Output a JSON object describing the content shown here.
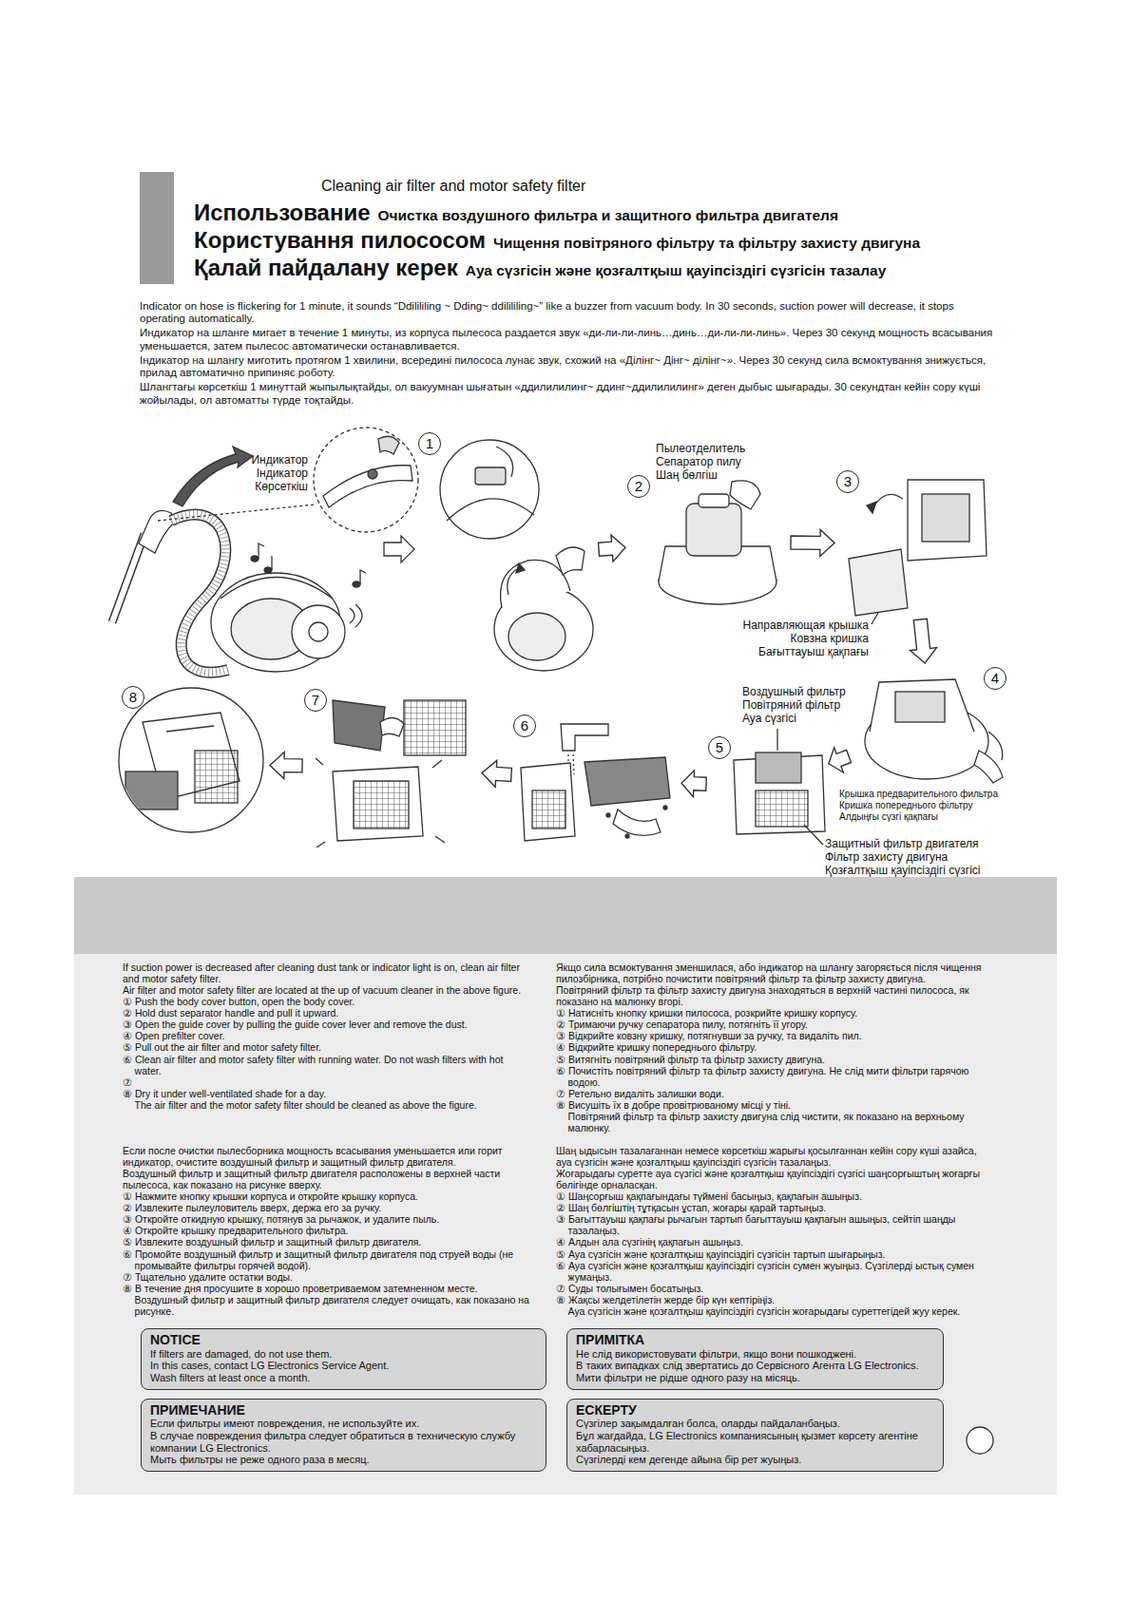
{
  "diagram": {
    "title": "Cleaning air filter and motor safety filter",
    "nodes": [
      {
        "text": [
          "1"
        ]
      },
      {
        "text": [
          "2"
        ]
      },
      {
        "text": [
          "3"
        ]
      },
      {
        "text": [
          "4"
        ]
      },
      {
        "text": [
          "5"
        ]
      },
      {
        "text": [
          "6"
        ]
      },
      {
        "text": [
          "7"
        ]
      },
      {
        "text": [
          "8"
        ]
      },
      {
        "text": [
          "NOTICE",
          "If filters are damaged, do not use them.",
          "In this cases, contact LG Electronics Service Agent.",
          "Wash filters at least once a month."
        ]
      },
      {
        "text": [
          "ПРИМІТКА",
          "Не слід використовувати фільтри, якщо вони пошкоджені.",
          "В таких випадках слід звертатись до Сервісного Агента LG Electronics.",
          "Мити фільтри не рідше одного разу на місяць."
        ]
      },
      {
        "text": [
          "ПРИМЕЧАНИЕ",
          "Если фильтры имеют повреждения, не используйте их.",
          "В случае повреждения фильтра следует обратиться в техническую службу компании LG Electronics.",
          "Мыть фильтры не реже одного раза в месяц."
        ]
      },
      {
        "text": [
          "ЕСКЕРТУ",
          "Сүзгілер зақымдалған болса, оларды пайдаланбаңыз.",
          "Бұл жағдайда, LG Electronics компаниясының қызмет көрсету агентіне хабарласыңыз.",
          "Сүзгілерді кем дегенде айына бір рет жуыңыз."
        ]
      }
    ],
    "edges": [
      {
        "from": 0,
        "to": 1,
        "arrow": "to"
      },
      {
        "from": 1,
        "to": 2,
        "arrow": "to"
      },
      {
        "from": 2,
        "to": 3,
        "arrow": "to"
      },
      {
        "from": 3,
        "to": 4,
        "arrow": "to"
      },
      {
        "from": 4,
        "to": 5,
        "arrow": "to"
      },
      {
        "from": 5,
        "to": 6,
        "arrow": "to"
      },
      {
        "from": 6,
        "to": 7,
        "arrow": "to"
      }
    ],
    "labels": [
      "Использование",
      "Очистка воздушного фильтра и защитного фильтра двигателя",
      "Користування пилососом",
      "Чищення повітряного фільтру та фільтру захисту двигуна",
      "Қалай пайдалану керек",
      "Ауа сүзгісін және қозғалтқыш қауіпсіздігі сүзгісін тазалау",
      "Indicator on hose is flickering for 1 minute, it sounds “Ddilililing ~ Dding~ ddilililing~” like a buzzer from vacuum body. In 30 seconds, suction power will decrease, it stops operating automatically.",
      "Индикатор на шланге мигает в течение 1 минуты, из корпуса пылесоса раздается звук «ди-ли-ли-линь…динь…ди-ли-ли-линь». Через 30 секунд мощность всасывания уменьшается, затем пылесос автоматически останавливается.",
      "Індикатор на шлангу миготить протягом 1 хвилини, всередині пилососа лунає звук, схожий на «Ділінг~ Дінг~ ділінг~». Через 30 секунд сила всмоктування знижується, прилад автоматично припиняє роботу.",
      "Шлангтағы көрсеткіш 1 минуттай жыпылықтайды, ол вакуумнан шығатын «ддилилилинг~ ддинг~ддилилилинг» деген дыбыс шығарады. 30 секундтан кейін сору күші жойылады, ол автоматты түрде тоқтайды.",
      "Индикатор",
      "Індикатор",
      "Көрсеткіш",
      "Пылеотделитель",
      "Сепаратор пилу",
      "Шаң бөлгіш",
      "Направляющая крышка",
      "Ковзна кришка",
      "Бағыттауыш қақпағы",
      "Воздушный фильтр",
      "Повітряний фільтр",
      "Ауа сүзгісі",
      "Крышка предварительного фильтра",
      "Кришка попереднього фільтру",
      "Алдыңғы сүзгі қақпағы",
      "Защитный фильтр двигателя",
      "Фільтр захисту двигуна",
      "Қозғалтқыш қауіпсіздігі сүзгісі",
      "If suction power is decreased after cleaning dust tank or indicator light is on, clean air filter and motor safety filter.",
      "Air filter and motor safety filter are located at the up of vacuum cleaner in the above figure.",
      "① Push the body cover button, open the body cover.",
      "② Hold dust separator handle and pull it upward.",
      "③ Open the guide cover by pulling the guide cover lever and remove the dust.",
      "④ Open prefilter cover.",
      "⑤ Pull out the air filter and motor safety filter.",
      "⑥ Clean air filter and motor safety filter with running water. Do not wash filters with hot water.",
      "⑦",
      "⑧ Dry it under well-ventilated shade for a day.",
      "The air filter and the motor safety filter should be cleaned as above the figure.",
      "Якщо сила всмоктування зменшилася, або індикатор на шлангу загоряється після чищення пилозбірника, потрібно почистити повітряний фільтр та фільтр захисту двигуна.",
      "Повітряний фільтр та фільтр захисту двигуна знаходяться в верхній частині пилососа, як показано на малюнку вгорі.",
      "① Натисніть кнопку кришки пилососа, розкрийте кришку корпусу.",
      "② Тримаючи ручку сепаратора пилу, потягніть її угору.",
      "③ Відкрийте ковзну кришку, потягнувши за ручку, та видаліть пил.",
      "④ Відкрийте кришку попереднього фільтру.",
      "⑤ Витягніть повітряний фільтр та фільтр захисту двигуна.",
      "⑥ Почистіть повітряний фільтр та фільтр захисту двигуна. Не слід мити фільтри гарячою водою.",
      "⑦ Ретельно видаліть залишки води.",
      "⑧ Висушіть їх в добре провітрюваному місці у тіні.",
      "Повітряний фільтр та фільтр захисту двигуна слід чистити, як показано на верхньому малюнку.",
      "Если после очистки пылесборника мощность всасывания уменьшается или горит индикатор, очистите воздушный фильтр и защитный фильтр двигателя.",
      "Воздушный фильтр и защитный фильтр двигателя расположены в верхней части пылесоса, как показано на рисунке вверху.",
      "① Нажмите кнопку крышки корпуса и откройте крышку корпуса.",
      "② Извлеките пылеуловитель вверх, держа его за ручку.",
      "③ Откройте откидную крышку, потянув за рычажок, и удалите пыль.",
      "④ Откройте крышку предварительного фильтра.",
      "⑤ Извлеките воздушный фильтр и защитный фильтр двигателя.",
      "⑥ Промойте воздушный фильтр и защитный фильтр двигателя под струей воды (не промывайте фильтры горячей водой).",
      "⑦ Тщательно удалите остатки воды.",
      "⑧ В течение дня просушите в хорошо проветриваемом затемненном месте.",
      "Воздушный фильтр и защитный фильтр двигателя следует очищать, как показано на рисунке.",
      "Шаң ыдысын тазалағаннан немесе көрсеткіш жарығы қосылғаннан кейін сору күші азайса, ауа сүзгісін және қозғалтқыш қауіпсіздігі сүзгісін тазалаңыз.",
      "Жоғарыдағы суретте ауа сүзгісі және қозғалтқыш қауіпсіздігі сүзгісі шаңсорғыштың жоғарғы бөлігінде орналасқан.",
      "① Шаңсорғыш қақпағындағы түймені басыңыз, қақпағын ашыңыз.",
      "② Шаң бөлгіштің тұтқасын ұстап, жоғары қарай тартыңыз.",
      "③ Бағыттауыш қақпағы рычагын тартып бағыттауыш қақпағын ашыңыз, сейтіп шаңды тазалаңыз.",
      "④ Алдын ала сүзгінің қақпағын ашыңыз.",
      "⑤ Ауа сүзгісін және қозғалтқыш қауіпсіздігі сүзгісін тартып шығарыңыз.",
      "⑥ Ауа сүзгісін және қозғалтқыш қауіпсіздігі сүзгісін сумен жуыңыз. Сүзгілерді ыстық сумен жумаңыз.",
      "⑦ Суды толығымен босатыңыз.",
      "⑧ Жақсы желдетілетін жерде бір күн кептіріңіз.",
      "Ауа сүзгісін және қозғалтқыш қауіпсіздігі сүзгісін жоғарыдағы суреттегідей жуу керек."
    ]
  }
}
